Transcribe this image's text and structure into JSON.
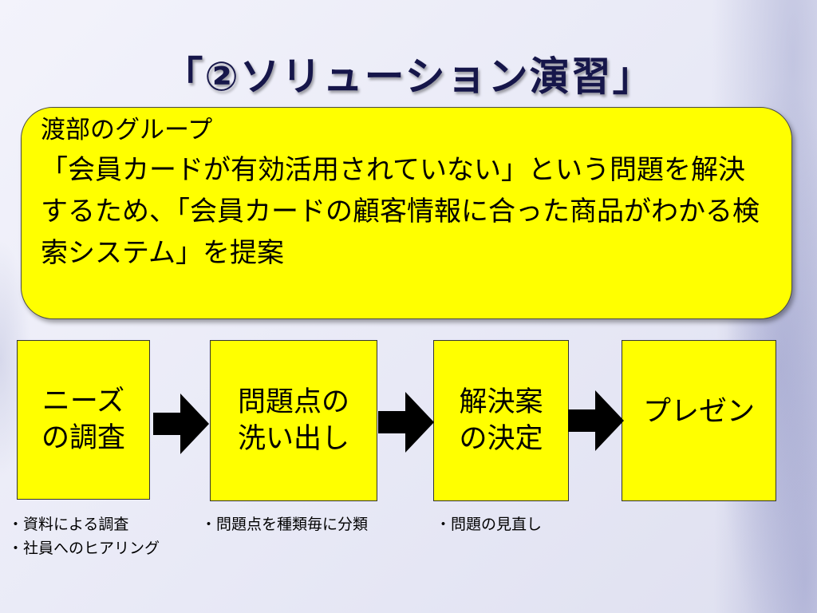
{
  "slide": {
    "title": "「②ソリューション演習」",
    "callout": {
      "group": "渡部のグループ",
      "body": "「会員カードが有効活用されていない」という問題を解決するため、「会員カードの顧客情報に合った商品がわかる検索システム」を提案"
    },
    "steps": [
      {
        "label": "ニーズ\nの調査",
        "notes": [
          "・資料による調査",
          "・社員へのヒアリング"
        ]
      },
      {
        "label": "問題点の\n洗い出し",
        "notes": [
          "・問題点を種類毎に分類"
        ]
      },
      {
        "label": "解決案\nの決定",
        "notes": [
          "・問題の見直し"
        ]
      },
      {
        "label": "プレゼン",
        "notes": []
      }
    ],
    "colors": {
      "box_fill": "#ffff00",
      "title": "#16164a",
      "arrow": "#000000"
    }
  }
}
